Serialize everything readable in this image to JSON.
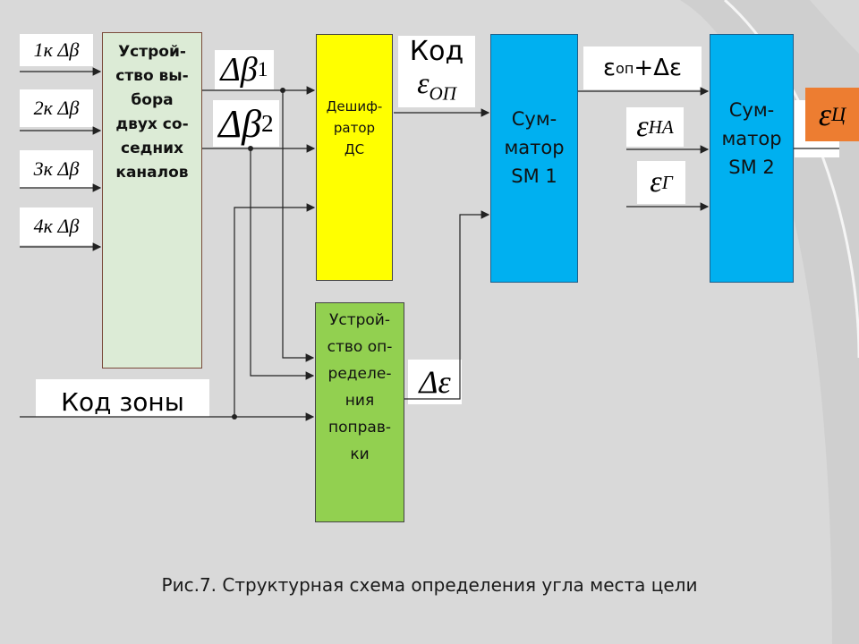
{
  "inputs": {
    "in1": "1к Δβ",
    "in2": "2к Δβ",
    "in3": "3к Δβ",
    "in4": "4к Δβ"
  },
  "blocks": {
    "selector": "Устрой-\nство вы-\nбора\nдвух со-\nседних\nканалов",
    "decoder": "Дешиф-\nратор\nДС",
    "correction": "Устрой-\nство оп-\nределе-\nния\nпоправ-\nки",
    "adder1": "Сум-\nматор\nSM 1",
    "adder2": "Сум-\nматор\nSM 2"
  },
  "labels": {
    "db1_main": "Δβ",
    "db1_sub": "1",
    "db2_main": "Δβ",
    "db2_sub": "2",
    "kod": "Код",
    "eps_op_main": "ε",
    "eps_op_sub": "ОП",
    "zone_code": "Код зоны",
    "delta_eps": "Δε",
    "sum_label_main": "ε",
    "sum_label_sub": "оп",
    "sum_label_rest": "+Δε",
    "eps_na_main": "ε",
    "eps_na_sub": "НА",
    "eps_g_main": "ε",
    "eps_g_sub": "Г",
    "eps_c_main": "ε",
    "eps_c_sub": "Ц"
  },
  "caption": "Рис.7. Структурная схема определения угла места  цели",
  "colors": {
    "selector": "#dcebd6",
    "decoder": "#ffff00",
    "correction": "#92d050",
    "adder": "#00b0f0",
    "output": "#ed7d31",
    "background": "#d9d9d9"
  }
}
